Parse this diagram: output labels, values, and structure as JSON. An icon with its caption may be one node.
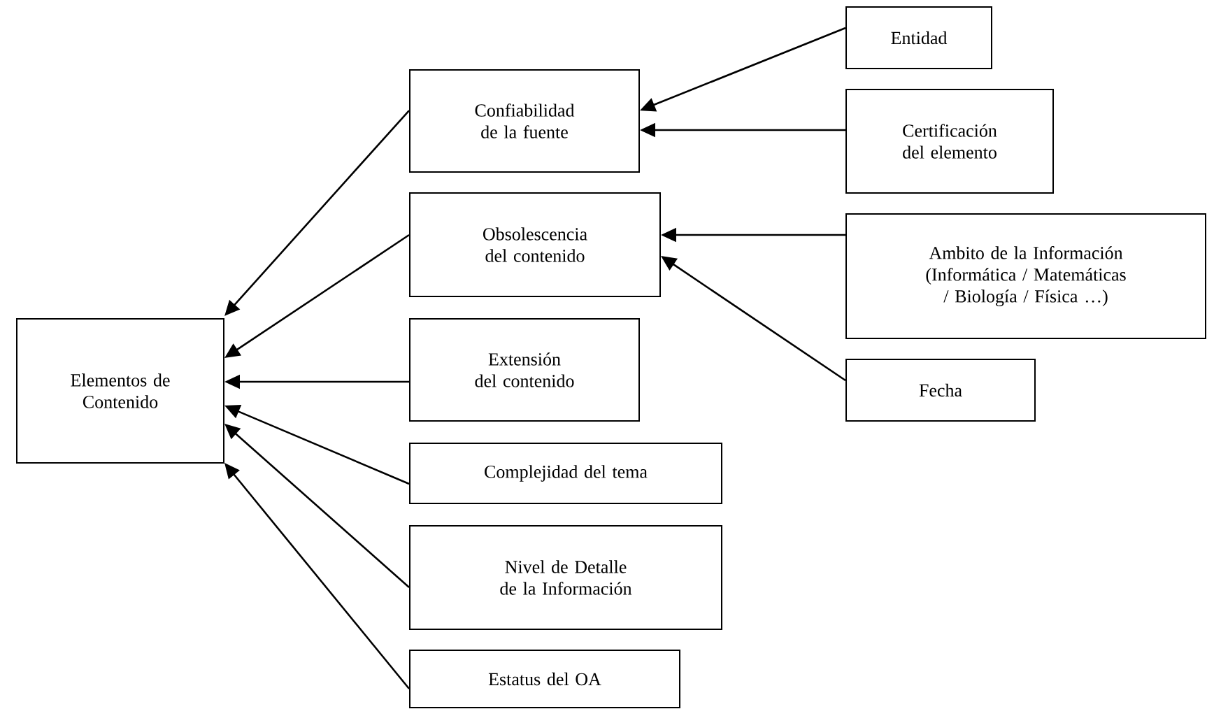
{
  "diagram": {
    "nodes": [
      {
        "text": [
          "Elementos de Contenido"
        ]
      },
      {
        "text": [
          "Confiabilidad de la fuente"
        ]
      },
      {
        "text": [
          "Obsolescencia del contenido"
        ]
      },
      {
        "text": [
          "Extensión del contenido"
        ]
      },
      {
        "text": [
          "Complejidad del tema"
        ]
      },
      {
        "text": [
          "Nivel de Detalle de la Información"
        ]
      },
      {
        "text": [
          "Estatus del OA"
        ]
      },
      {
        "text": [
          "Entidad"
        ]
      },
      {
        "text": [
          "Certificación del elemento"
        ]
      },
      {
        "text": [
          "Ambito de la Información (Informática / Matemáticas / Biología / Física …)"
        ]
      },
      {
        "text": [
          "Fecha"
        ]
      }
    ],
    "edges": [
      {
        "from": 1,
        "to": 0,
        "arrow": "to"
      },
      {
        "from": 2,
        "to": 0,
        "arrow": "to"
      },
      {
        "from": 3,
        "to": 0,
        "arrow": "to"
      },
      {
        "from": 4,
        "to": 0,
        "arrow": "to"
      },
      {
        "from": 5,
        "to": 0,
        "arrow": "to"
      },
      {
        "from": 6,
        "to": 0,
        "arrow": "to"
      },
      {
        "from": 7,
        "to": 1,
        "arrow": "to"
      },
      {
        "from": 8,
        "to": 1,
        "arrow": "to"
      },
      {
        "from": 9,
        "to": 2,
        "arrow": "to"
      },
      {
        "from": 10,
        "to": 2,
        "arrow": "to"
      }
    ]
  }
}
